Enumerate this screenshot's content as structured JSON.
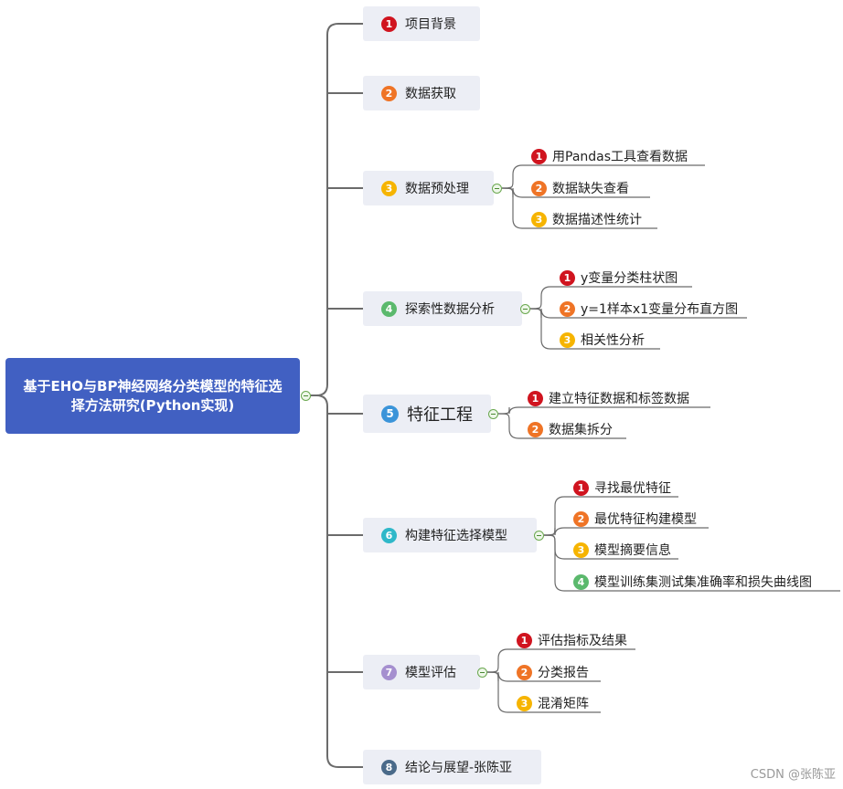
{
  "root": {
    "title": "基于EHO与BP神经网络分类模型的特征选择方法研究(Python实现)"
  },
  "colors": {
    "1": "#d0141f",
    "2": "#ef7426",
    "3": "#f6b400",
    "4": "#5bb96d",
    "5": "#3b94d9",
    "6": "#2fb8c9",
    "7": "#a58fcf",
    "8": "#4a6a8a"
  },
  "branches": [
    {
      "num": "1",
      "label": "项目背景",
      "children": []
    },
    {
      "num": "2",
      "label": "数据获取",
      "children": []
    },
    {
      "num": "3",
      "label": "数据预处理",
      "children": [
        {
          "num": "1",
          "label": "用Pandas工具查看数据"
        },
        {
          "num": "2",
          "label": "数据缺失查看"
        },
        {
          "num": "3",
          "label": "数据描述性统计"
        }
      ]
    },
    {
      "num": "4",
      "label": "探索性数据分析",
      "children": [
        {
          "num": "1",
          "label": "y变量分类柱状图"
        },
        {
          "num": "2",
          "label": "y=1样本x1变量分布直方图"
        },
        {
          "num": "3",
          "label": "相关性分析"
        }
      ]
    },
    {
      "num": "5",
      "label": "特征工程",
      "children": [
        {
          "num": "1",
          "label": "建立特征数据和标签数据"
        },
        {
          "num": "2",
          "label": "数据集拆分"
        }
      ]
    },
    {
      "num": "6",
      "label": "构建特征选择模型",
      "children": [
        {
          "num": "1",
          "label": "寻找最优特征"
        },
        {
          "num": "2",
          "label": "最优特征构建模型"
        },
        {
          "num": "3",
          "label": "模型摘要信息"
        },
        {
          "num": "4",
          "label": "模型训练集测试集准确率和损失曲线图"
        }
      ]
    },
    {
      "num": "7",
      "label": "模型评估",
      "children": [
        {
          "num": "1",
          "label": "评估指标及结果"
        },
        {
          "num": "2",
          "label": "分类报告"
        },
        {
          "num": "3",
          "label": "混淆矩阵"
        }
      ]
    },
    {
      "num": "8",
      "label": "结论与展望-张陈亚",
      "children": []
    }
  ],
  "watermark": "CSDN @张陈亚"
}
